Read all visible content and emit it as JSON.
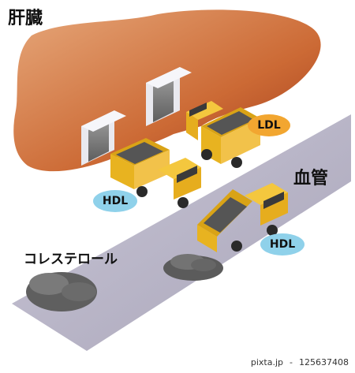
{
  "labels": {
    "liver": "肝臓",
    "blood_vessel": "血管",
    "cholesterol": "コレステロール"
  },
  "badges": {
    "ldl": "LDL",
    "hdl_left": "HDL",
    "hdl_right": "HDL"
  },
  "footer": {
    "site": "pixta.jp",
    "separator": "-",
    "id": "125637408"
  },
  "colors": {
    "liver": "#c85a2a",
    "vessel": "#b8b4c8",
    "truck": "#f2b81e",
    "ldl_badge": "#f2a630",
    "hdl_badge": "#8fd1ea",
    "cholesterol": "#6b6b6b"
  }
}
